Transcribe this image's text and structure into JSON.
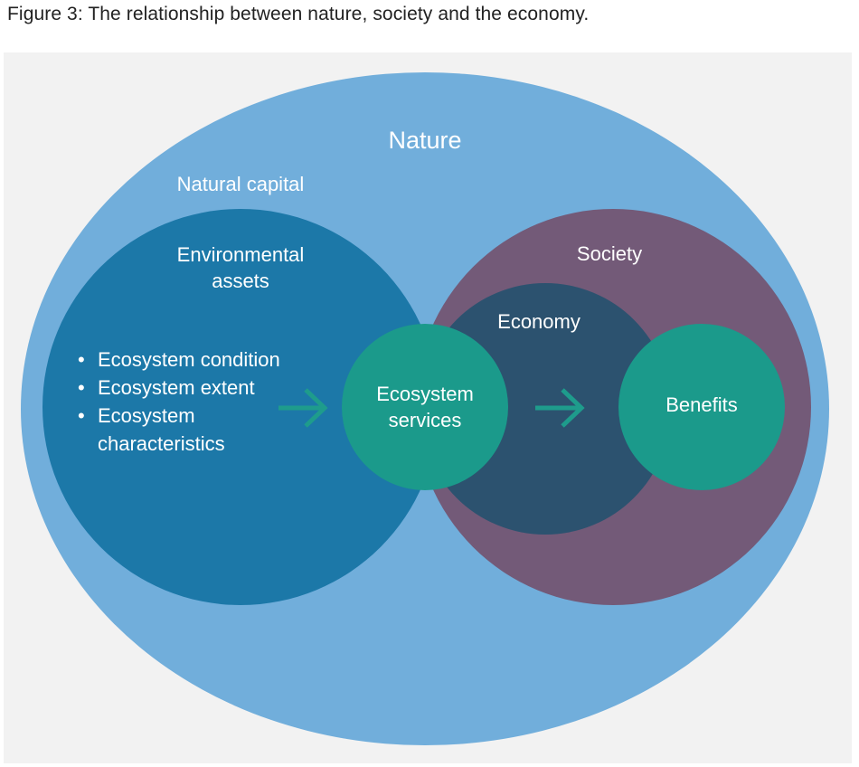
{
  "caption": "Figure 3: The relationship between nature, society and the economy.",
  "colors": {
    "nature": "#71aedb",
    "environmental_assets": "#1c78a8",
    "society": "#735a78",
    "economy": "#2c526f",
    "teal": "#1b9a8b",
    "arrow": "#1e9c8c",
    "background": "#f2f2f2"
  },
  "diagram": {
    "nature_label": "Nature",
    "natural_capital_label": "Natural capital",
    "environmental_assets_label": [
      "Environmental",
      "assets"
    ],
    "bullets": [
      "Ecosystem condition",
      "Ecosystem extent",
      "Ecosystem",
      "characteristics"
    ],
    "society_label": "Society",
    "economy_label": "Economy",
    "ecosystem_services_label": [
      "Ecosystem",
      "services"
    ],
    "benefits_label": "Benefits",
    "arrow_icon": "right-arrow-icon"
  }
}
